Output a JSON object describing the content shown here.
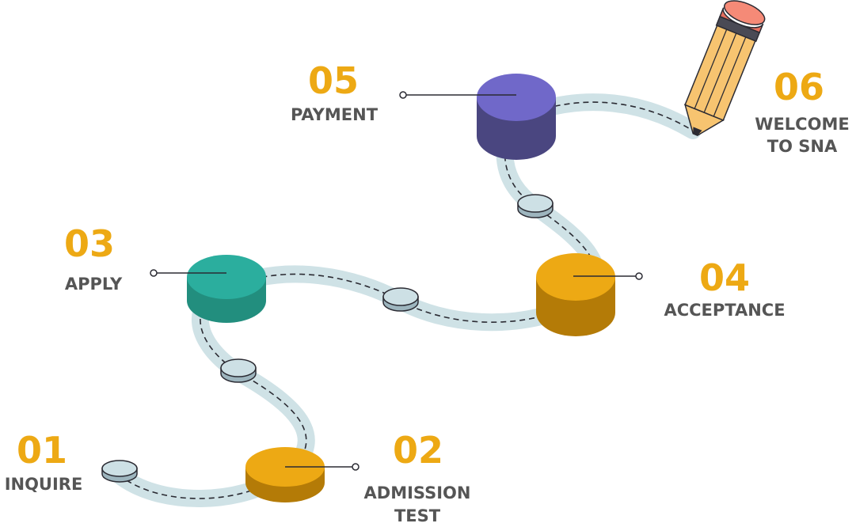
{
  "colors": {
    "accent": "#EDA914",
    "label": "#555555",
    "path": "#CFE2E6",
    "dash": "#2B2B33",
    "stone_top": "#CDE0E5",
    "stone_side": "#9DB5BE"
  },
  "steps": [
    {
      "number": "01",
      "label_line1": "INQUIRE",
      "label_line2": ""
    },
    {
      "number": "02",
      "label_line1": "ADMISSION",
      "label_line2": "TEST",
      "top_color": "#EDA914",
      "side_color": "#B47B07"
    },
    {
      "number": "03",
      "label_line1": "APPLY",
      "label_line2": "",
      "top_color": "#2BAE9E",
      "side_color": "#228E7E"
    },
    {
      "number": "04",
      "label_line1": "ACCEPTANCE",
      "label_line2": "",
      "top_color": "#EDA914",
      "side_color": "#B47B07"
    },
    {
      "number": "05",
      "label_line1": "PAYMENT",
      "label_line2": "",
      "top_color": "#7068C9",
      "side_color": "#4A4680"
    },
    {
      "number": "06",
      "label_line1": "WELCOME",
      "label_line2": "TO SNA",
      "icon": "pencil-icon"
    }
  ]
}
